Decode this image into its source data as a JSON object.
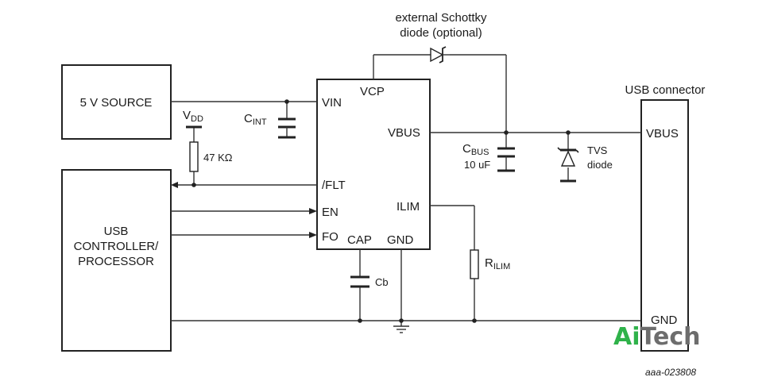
{
  "blocks": {
    "source": "5 V SOURCE",
    "controller_lines": [
      "USB",
      "CONTROLLER/",
      "PROCESSOR"
    ],
    "connector_title": "USB connector",
    "connector_vbus": "VBUS",
    "connector_gnd": "GND"
  },
  "ic_pins": {
    "vcp": "VCP",
    "vin": "VIN",
    "vbus": "VBUS",
    "flt": "/FLT",
    "ilim": "ILIM",
    "en": "EN",
    "fo": "FO",
    "cap": "CAP",
    "gnd": "GND"
  },
  "components": {
    "schottky_lines": [
      "external Schottky",
      "diode (optional)"
    ],
    "vdd_main": "V",
    "vdd_sub": "DD",
    "r_pullup": "47 KΩ",
    "cint_main": "C",
    "cint_sub": "INT",
    "cbus_main": "C",
    "cbus_sub": "BUS",
    "cbus_value": "10 uF",
    "tvs_lines": [
      "TVS",
      "diode"
    ],
    "rilim_main": "R",
    "rilim_sub": "ILIM",
    "cb": "Cb"
  },
  "figure_id": "aaa-023808",
  "watermark": {
    "part1": "Ai",
    "part2": "Tech",
    "color1": "#2fb24a",
    "color2": "#6d6d6d"
  }
}
